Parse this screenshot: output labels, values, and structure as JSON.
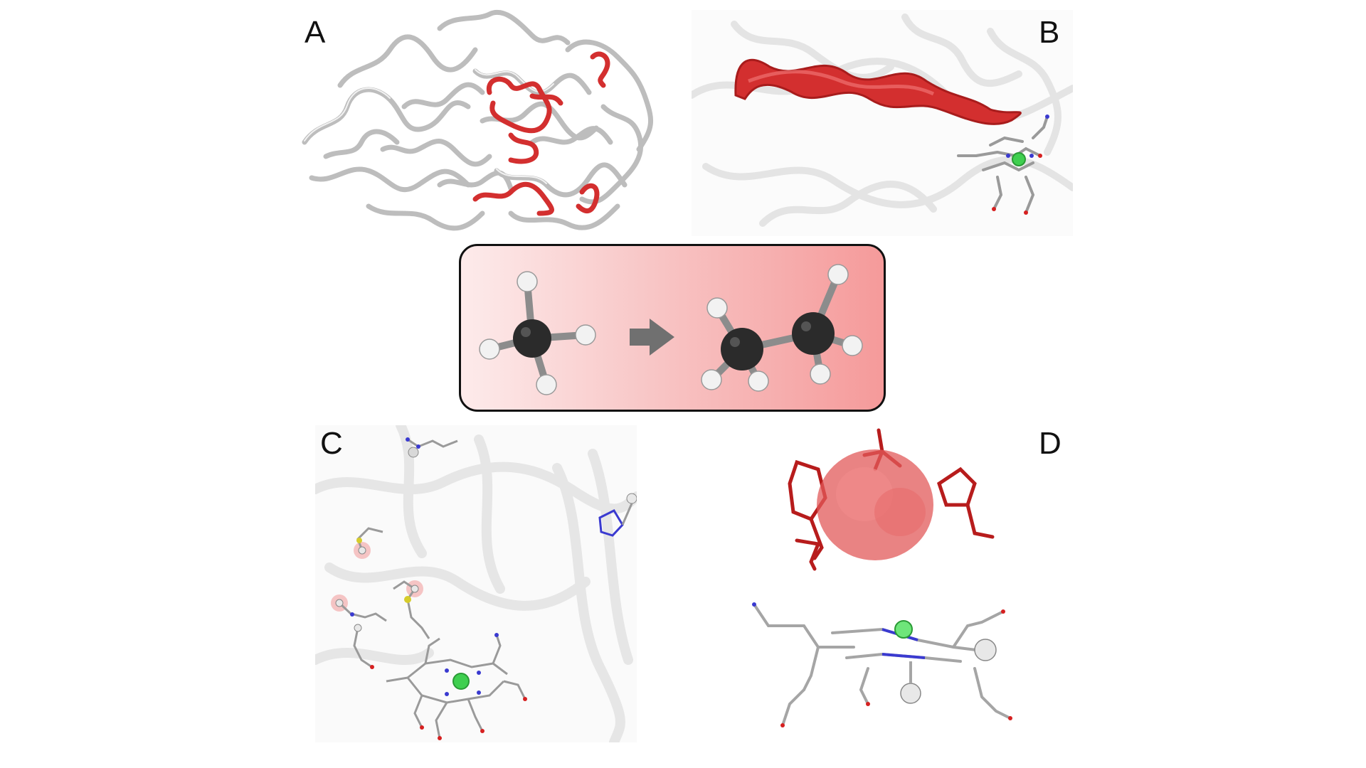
{
  "figure": {
    "panels": [
      {
        "label": "A",
        "content": "protein-backbone-cartoon"
      },
      {
        "label": "B",
        "content": "substrate-tunnel"
      },
      {
        "label": "C",
        "content": "active-site-residues"
      },
      {
        "label": "D",
        "content": "binding-cavity"
      }
    ]
  },
  "reaction": {
    "reactant": "methane-ball-and-stick",
    "product": "ethane-ball-and-stick",
    "arrow": "right-arrow-icon"
  },
  "colors": {
    "highlight_red": "#d32f2f",
    "backbone_gray": "#c8c8c8",
    "carbon_black": "#2b2b2b",
    "hydrogen_white": "#f2f2f2",
    "metal_green": "#3fcf4f",
    "nitrogen_blue": "#3a3ad0",
    "oxygen_red": "#d62020",
    "sulfur_yellow": "#d6cc2a",
    "box_gradient_start": "#fdebeb",
    "box_gradient_end": "#f59a9a"
  }
}
